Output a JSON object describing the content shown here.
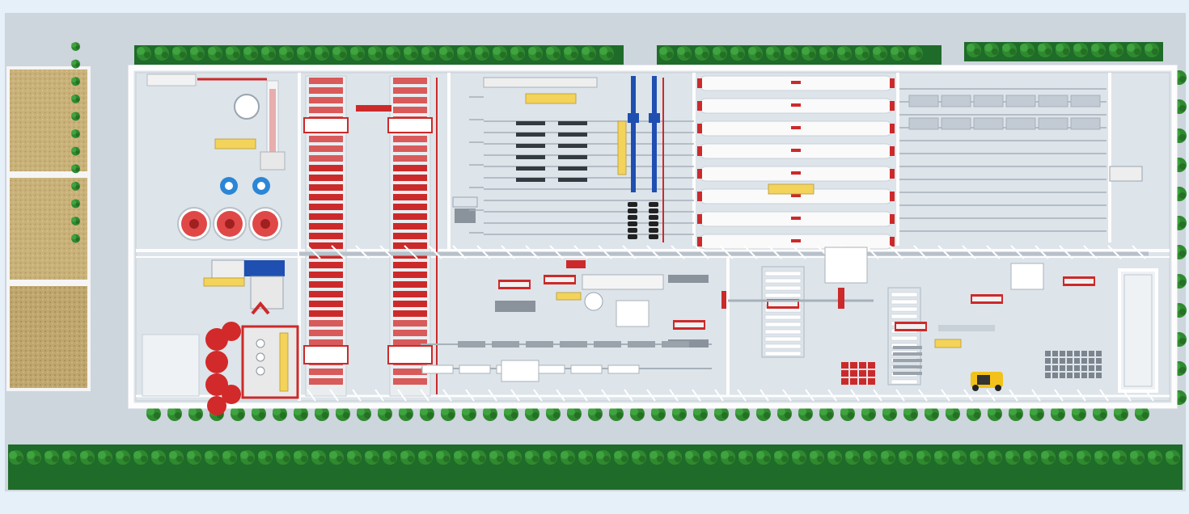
{
  "scene": {
    "description_visible_text": "",
    "colors": {
      "background": "#e6f0f8",
      "board": "#cdd5dd",
      "floor": "#dde4ea",
      "wall": "#fdfdfd",
      "accent_red": "#cc2a2a",
      "accent_blue": "#1f4fb0",
      "tree": "#2f8a2f",
      "grass": "#1f6b2a",
      "sign_yellow": "#f3d35a",
      "grain": "#c9b27a"
    },
    "icons": [
      "grain-silo",
      "tree",
      "storage-tank",
      "fan",
      "conveyor",
      "press-machine",
      "pipe-dryer",
      "forklift",
      "pallet-stack"
    ],
    "signs": [
      {
        "id": "sign-cleaning",
        "text": ""
      },
      {
        "id": "sign-center",
        "text": ""
      },
      {
        "id": "sign-vertical-1",
        "text": ""
      },
      {
        "id": "sign-dryer",
        "text": ""
      },
      {
        "id": "sign-left-lower",
        "text": ""
      },
      {
        "id": "sign-bin",
        "text": ""
      },
      {
        "id": "sign-mid",
        "text": ""
      },
      {
        "id": "sign-right",
        "text": ""
      }
    ]
  }
}
